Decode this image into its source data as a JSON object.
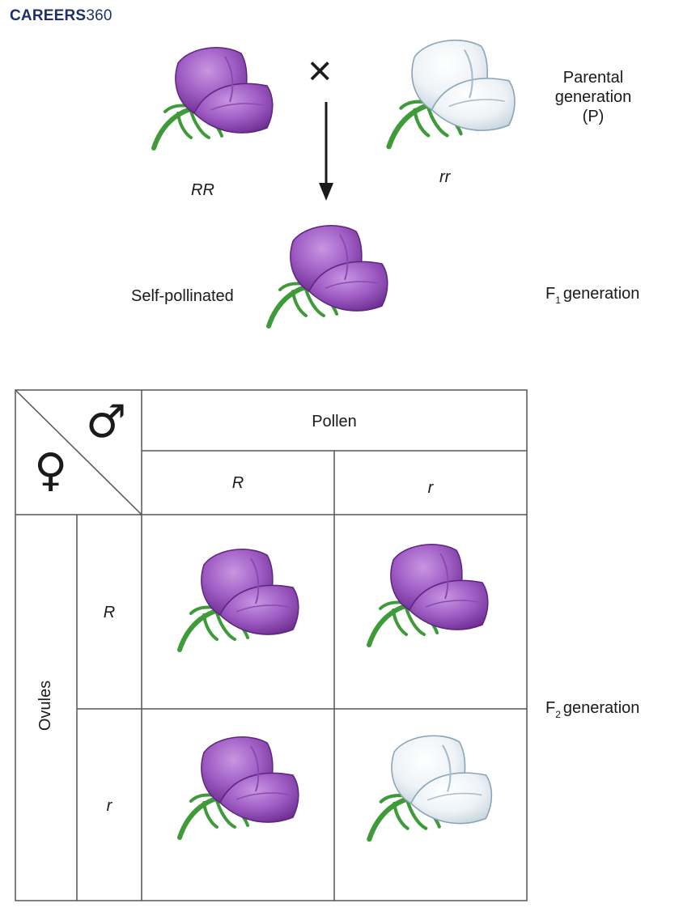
{
  "logo": {
    "bold": "CAREERS",
    "light": "360"
  },
  "parental": {
    "label_lines": [
      "Parental",
      "generation",
      "(P)"
    ],
    "left_genotype": "RR",
    "right_genotype": "rr",
    "cross_symbol": "×"
  },
  "f1": {
    "left_label": "Self-pollinated",
    "gen_label_main": "F",
    "gen_label_sub": "1",
    "gen_label_rest": "generation"
  },
  "punnett": {
    "header": "Pollen",
    "pollen_alleles": [
      "R",
      "r"
    ],
    "ovules_label": "Ovules",
    "ovule_alleles": [
      "R",
      "r"
    ],
    "male_symbol": "♂",
    "female_symbol": "♀",
    "cells": [
      "purple",
      "purple",
      "purple",
      "white"
    ]
  },
  "f2": {
    "gen_label_main": "F",
    "gen_label_sub": "2",
    "gen_label_rest": "generation"
  },
  "colors": {
    "purple_dark": "#7b3a9e",
    "purple_mid": "#9f5cc4",
    "purple_light": "#c48fe0",
    "white_petal": "#eef3f7",
    "white_edge": "#8aa3b5",
    "stem_green": "#3f9a3a",
    "grid": "#555555"
  }
}
